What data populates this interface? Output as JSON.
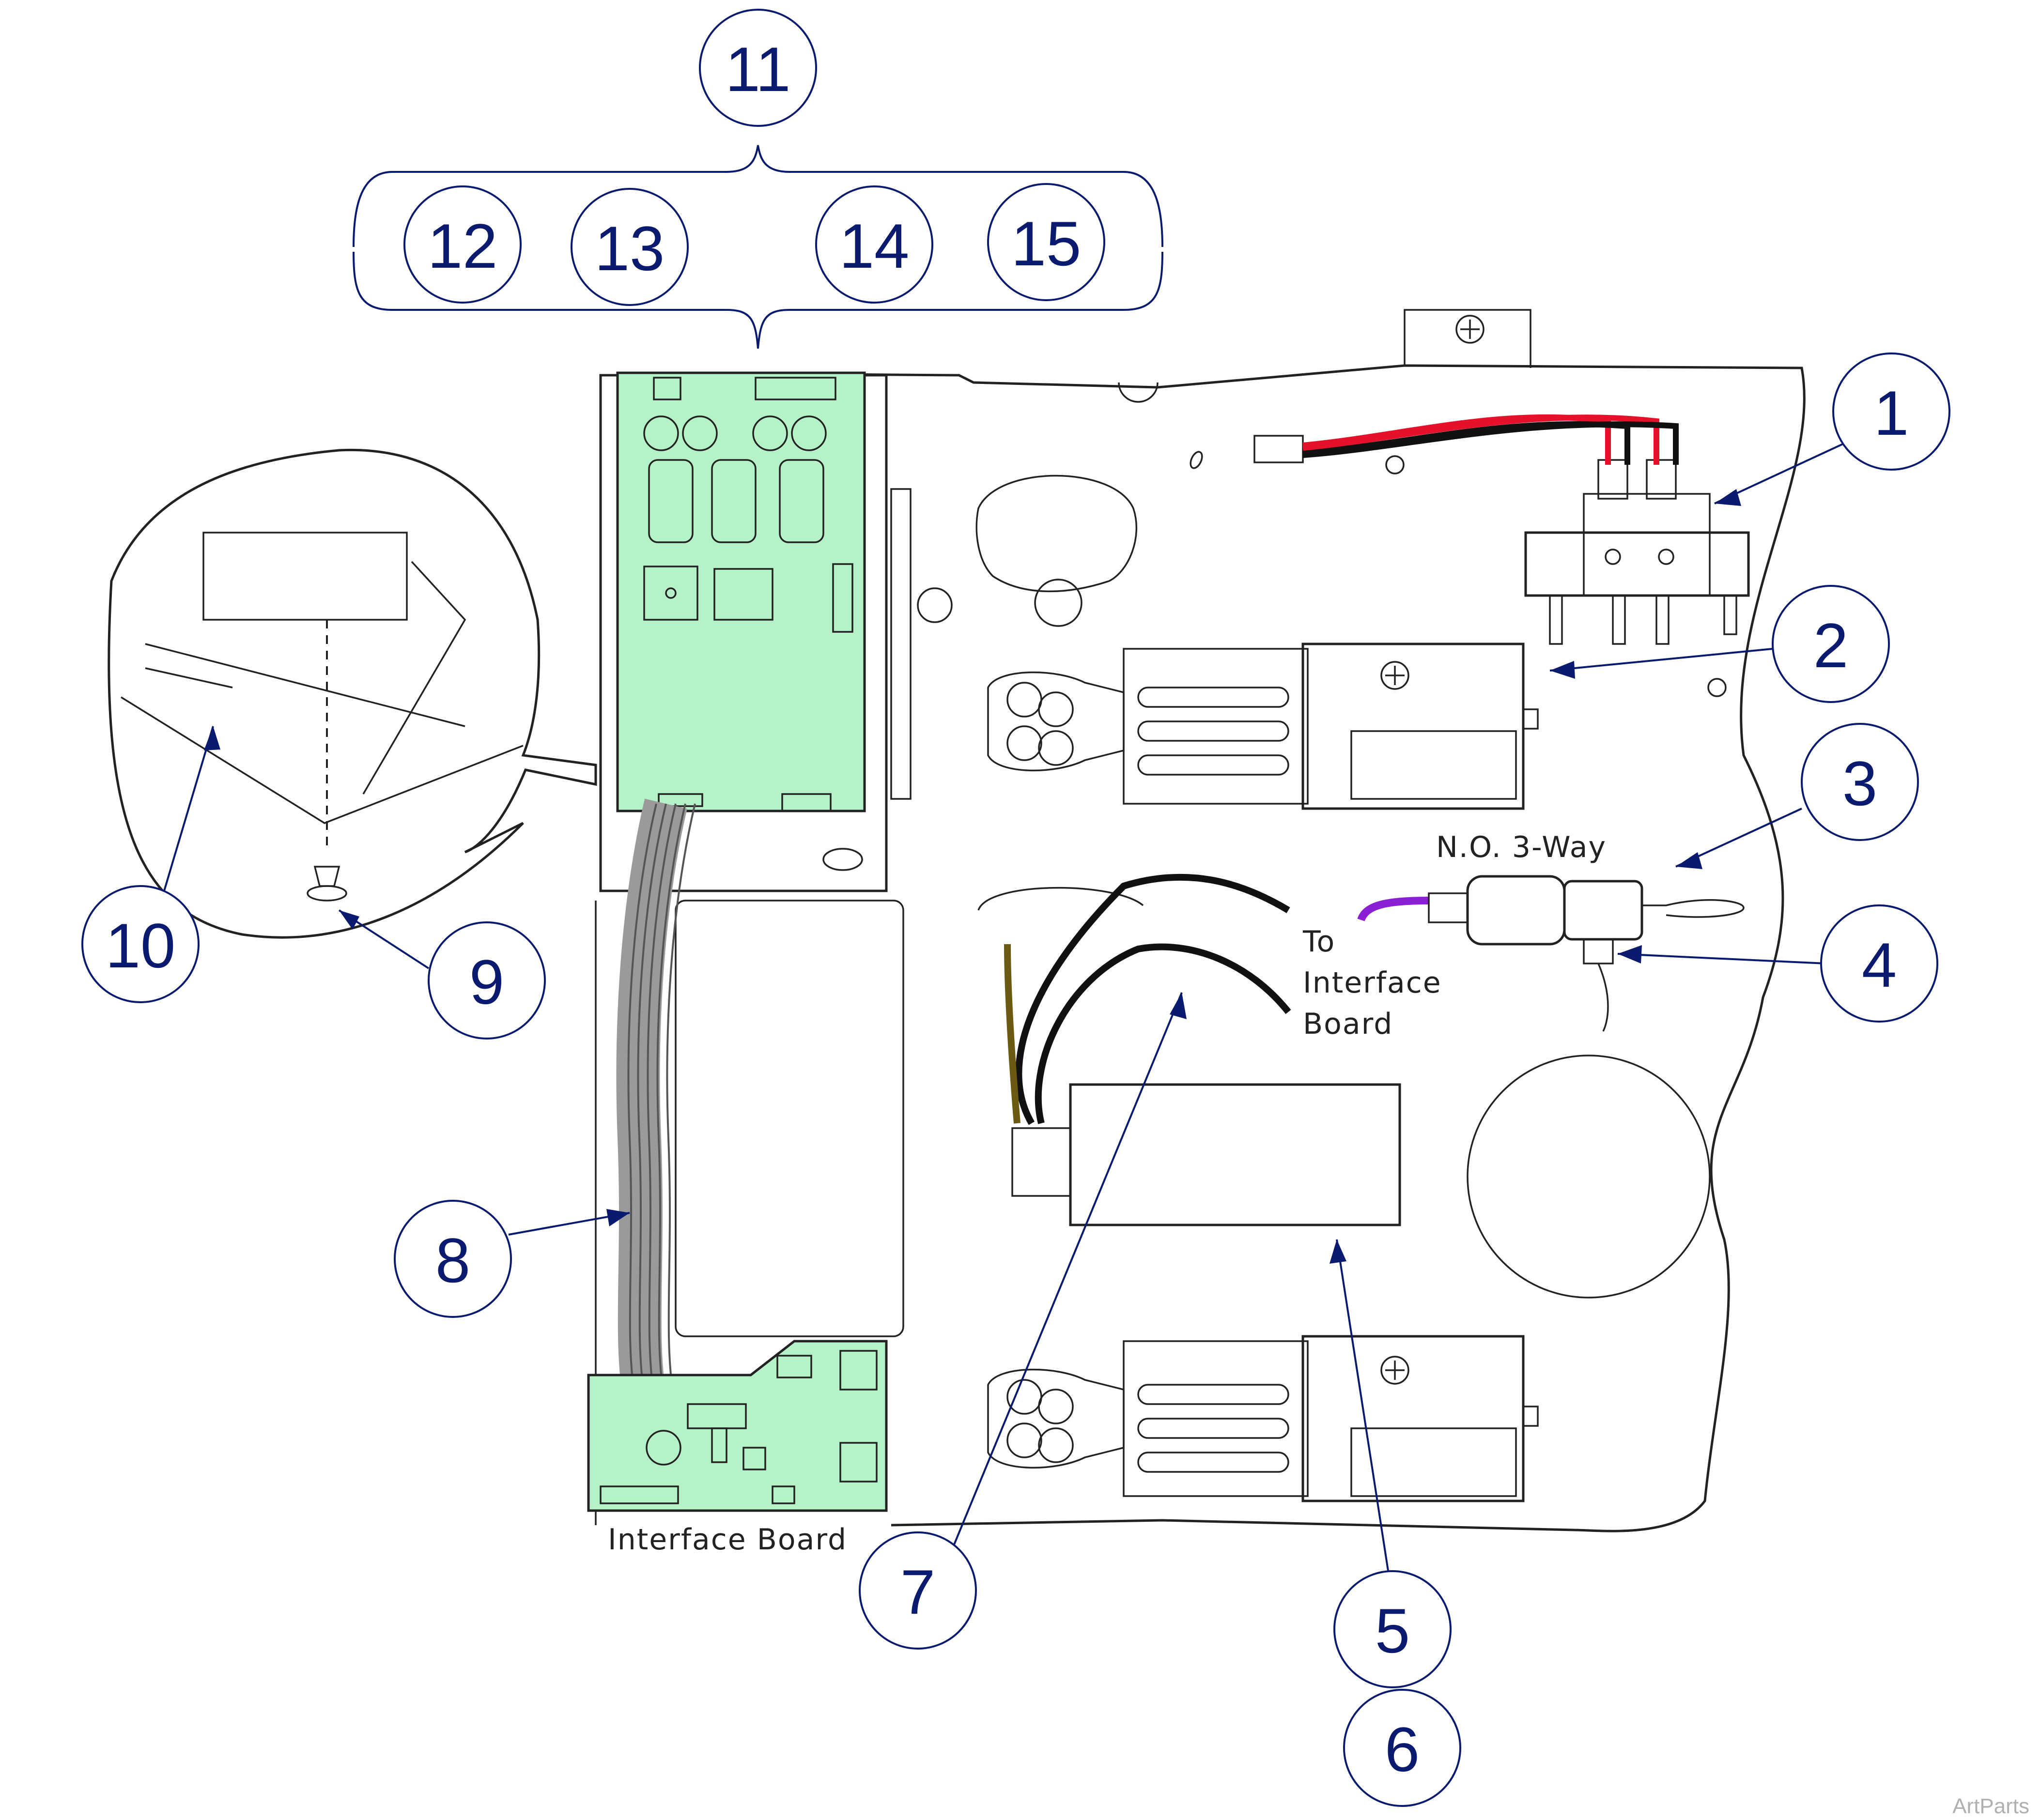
{
  "callouts": {
    "c1": "1",
    "c2": "2",
    "c3": "3",
    "c4": "4",
    "c5": "5",
    "c6": "6",
    "c7": "7",
    "c8": "8",
    "c9": "9",
    "c10": "10",
    "c11": "11",
    "c12": "12",
    "c13": "13",
    "c14": "14",
    "c15": "15"
  },
  "labels": {
    "no_3way": "N.O. 3-Way",
    "to_line1": "To",
    "to_line2": "Interface",
    "to_line3": "Board",
    "interface_board": "Interface Board"
  },
  "watermark": "ArtParts",
  "colors": {
    "callout_stroke": "#0a1a6e",
    "board_fill": "#b6f2c8",
    "wire_red": "#e5102a",
    "wire_black": "#111111",
    "wire_purple": "#8a1fd6",
    "wire_olive": "#6b5a12"
  }
}
